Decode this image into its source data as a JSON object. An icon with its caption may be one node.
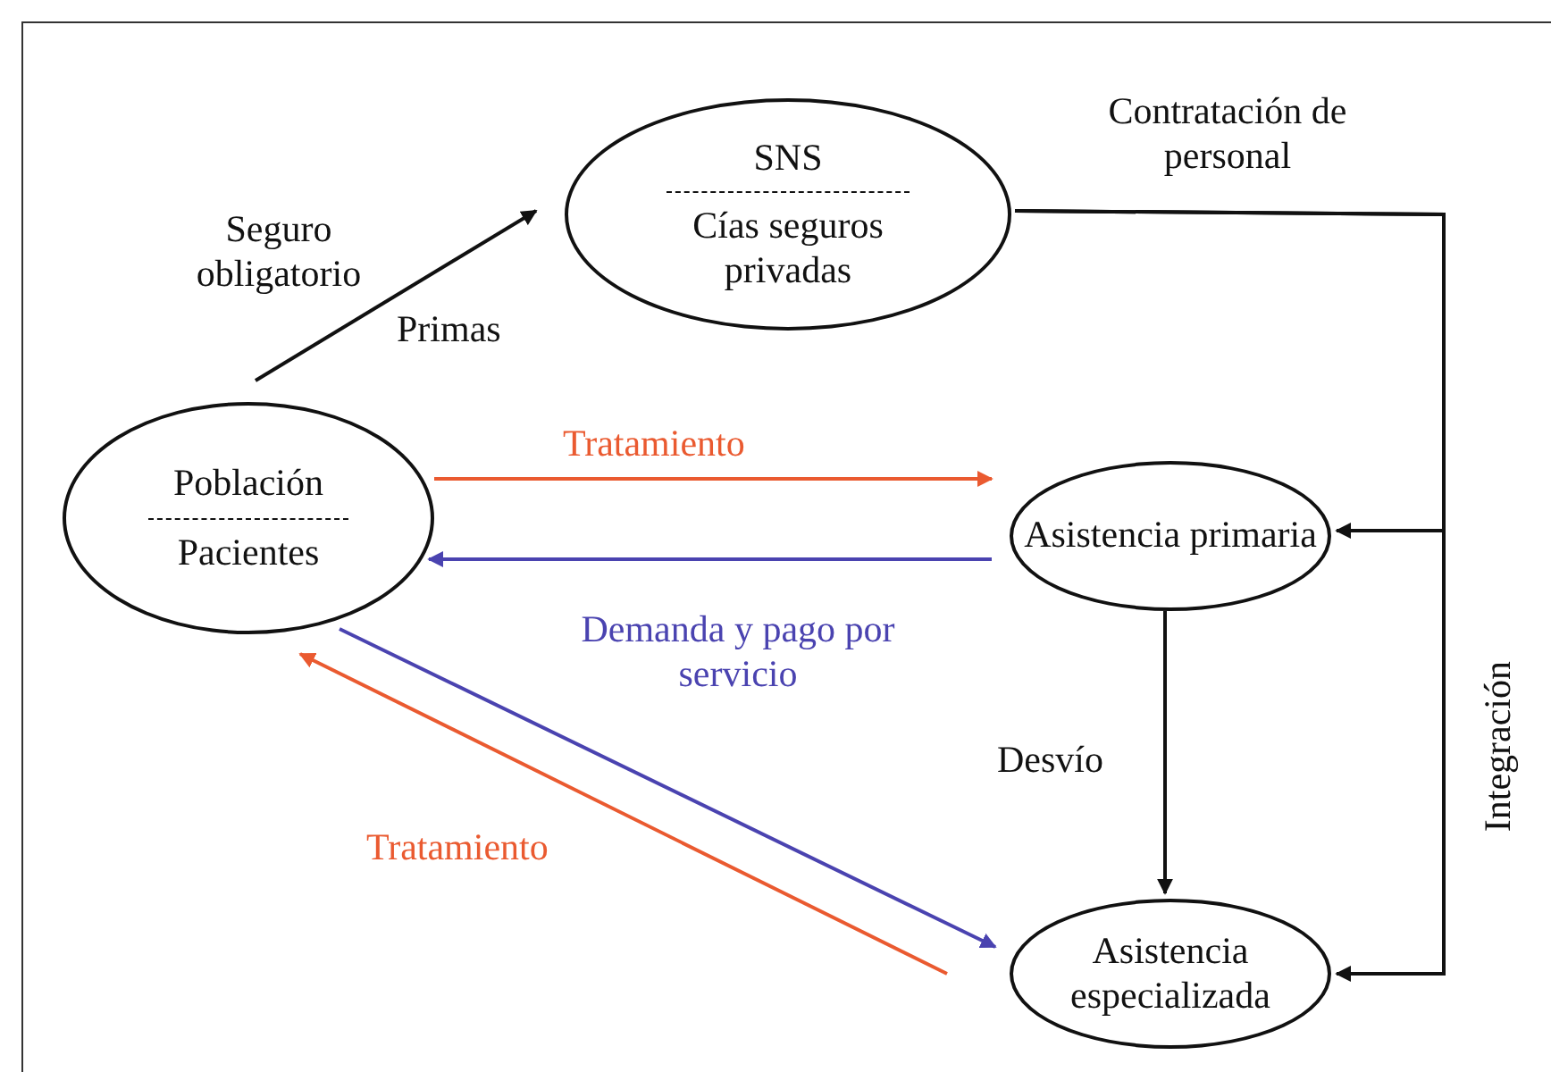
{
  "diagram": {
    "nodes": [
      {
        "text": [
          "SNS",
          "Cías seguros privadas"
        ]
      },
      {
        "text": [
          "Población",
          "Pacientes"
        ]
      },
      {
        "text": [
          "Asistencia primaria"
        ]
      },
      {
        "text": [
          "Asistencia especializada"
        ]
      }
    ],
    "edges": [
      {
        "from": 1,
        "to": 0,
        "arrow": "to",
        "label": "Primas"
      },
      {
        "from": 1,
        "to": 2,
        "arrow": "to",
        "label": "Tratamiento",
        "color": "#ea5a30"
      },
      {
        "from": 2,
        "to": 1,
        "arrow": "to",
        "label": "Demanda y pago por servicio",
        "color": "#4a43b0"
      },
      {
        "from": 1,
        "to": 3,
        "arrow": "to",
        "color": "#4a43b0"
      },
      {
        "from": 3,
        "to": 1,
        "arrow": "to",
        "label": "Tratamiento",
        "color": "#ea5a30"
      },
      {
        "from": 2,
        "to": 3,
        "arrow": "to",
        "label": "Desvío"
      },
      {
        "from": 0,
        "to": 2,
        "arrow": "to",
        "label": "Contratación de personal"
      },
      {
        "from": 0,
        "to": 3,
        "arrow": "to",
        "label": "Integración"
      }
    ],
    "labels": [
      "Seguro obligatorio"
    ]
  }
}
